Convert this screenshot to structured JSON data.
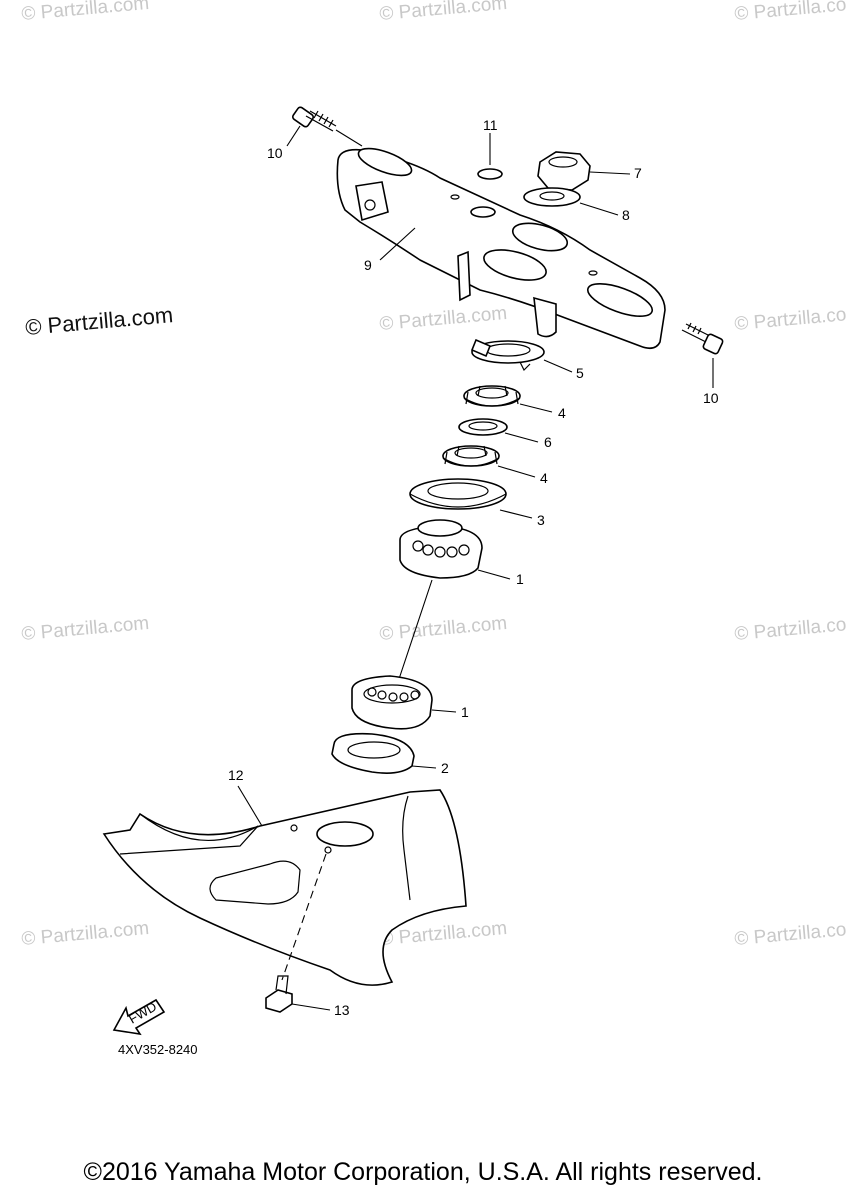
{
  "watermark": {
    "text": "© Partzilla.com",
    "primary_text": "© Partzilla.com"
  },
  "diagram": {
    "code": "4XV352-8240",
    "fwd_label": "FWD",
    "callouts": {
      "p1_upper": "1",
      "p1_lower": "1",
      "p2": "2",
      "p3": "3",
      "p4_upper": "4",
      "p4_lower": "4",
      "p5": "5",
      "p6": "6",
      "p7": "7",
      "p8": "8",
      "p9": "9",
      "p10_left": "10",
      "p10_right": "10",
      "p11": "11",
      "p12": "12",
      "p13": "13"
    }
  },
  "footer": {
    "copyright": "©2016 Yamaha Motor Corporation, U.S.A. All rights reserved."
  }
}
